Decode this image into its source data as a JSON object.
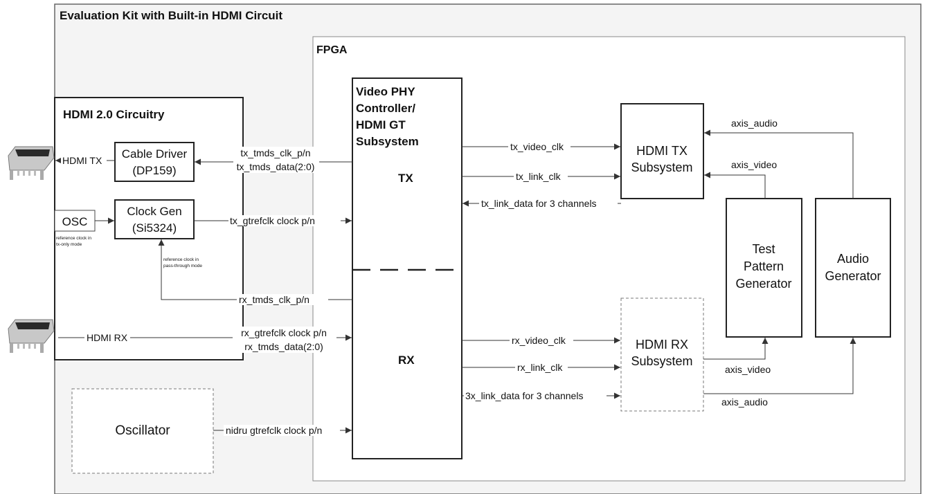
{
  "kit": {
    "title": "Evaluation Kit with Built-in HDMI Circuit"
  },
  "fpga": {
    "title": "FPGA"
  },
  "hdmi_circuitry": {
    "title": "HDMI 2.0 Circuitry"
  },
  "blocks": {
    "cable_driver": [
      "Cable Driver",
      "(DP159)"
    ],
    "clock_gen": [
      "Clock Gen",
      "(Si5324)"
    ],
    "osc": "OSC",
    "oscillator": "Oscillator",
    "vphy": [
      "Video PHY",
      "Controller/",
      "HDMI GT",
      "Subsystem"
    ],
    "tx": "TX",
    "rx": "RX",
    "hdmi_tx_sub": [
      "HDMI TX",
      "Subsystem"
    ],
    "hdmi_rx_sub": [
      "HDMI RX",
      "Subsystem"
    ],
    "tpg": [
      "Test",
      "Pattern",
      "Generator"
    ],
    "audio_gen": [
      "Audio",
      "Generator"
    ]
  },
  "notes": {
    "osc_ref": [
      "reference clock in",
      "tx-only mode"
    ],
    "pass_ref": [
      "reference clock in",
      "pass-through mode"
    ]
  },
  "signals": {
    "hdmi_tx": "HDMI TX",
    "hdmi_rx": "HDMI RX",
    "tx_tmds_clk": "tx_tmds_clk_p/n",
    "tx_tmds_data": "tx_tmds_data(2:0)",
    "tx_gtrefclk": "tx_gtrefclk clock p/n",
    "rx_tmds_clk": "rx_tmds_clk_p/n",
    "rx_gtrefclk": "rx_gtrefclk clock p/n",
    "rx_tmds_data": "rx_tmds_data(2:0)",
    "nidru": "nidru gtrefclk clock p/n",
    "tx_video_clk": "tx_video_clk",
    "tx_link_clk": "tx_link_clk",
    "tx_link_data": "tx_link_data for 3 channels",
    "rx_video_clk": "rx_video_clk",
    "rx_link_clk": "rx_link_clk",
    "rx_link_data": "3x_link_data for 3 channels",
    "axis_audio_tx": "axis_audio",
    "axis_video_tx": "axis_video",
    "axis_video_rx": "axis_video",
    "axis_audio_rx": "axis_audio"
  }
}
